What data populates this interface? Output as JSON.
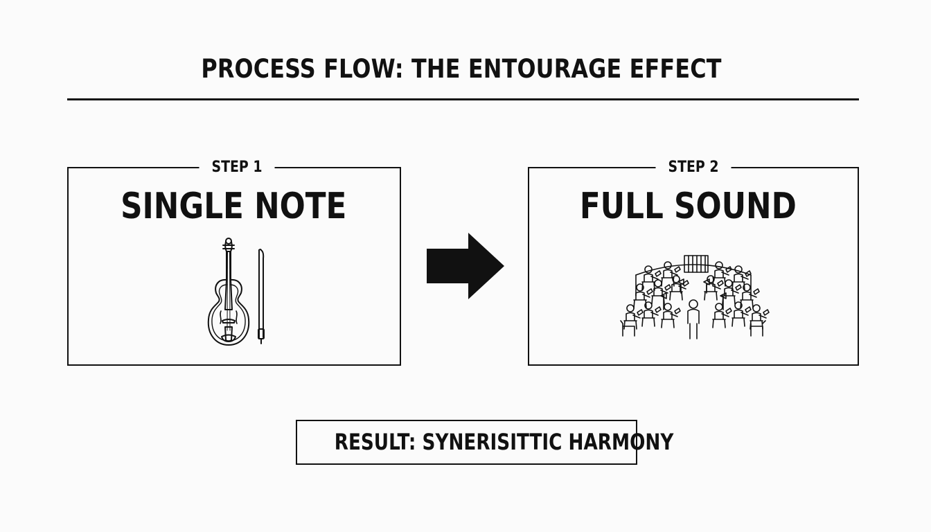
{
  "header": {
    "title": "PROCESS FLOW: THE ENTOURAGE EFFECT"
  },
  "steps": [
    {
      "label": "STEP 1",
      "heading": "SINGLE NOTE",
      "icon": "violin-icon"
    },
    {
      "label": "STEP 2",
      "heading": "FULL SOUND",
      "icon": "orchestra-icon"
    }
  ],
  "connector": {
    "icon": "arrow-right-icon"
  },
  "result": {
    "text": "RESULT: SYNERISITTIC HARMONY"
  },
  "colors": {
    "ink": "#111111",
    "background": "#fbfbfb"
  }
}
